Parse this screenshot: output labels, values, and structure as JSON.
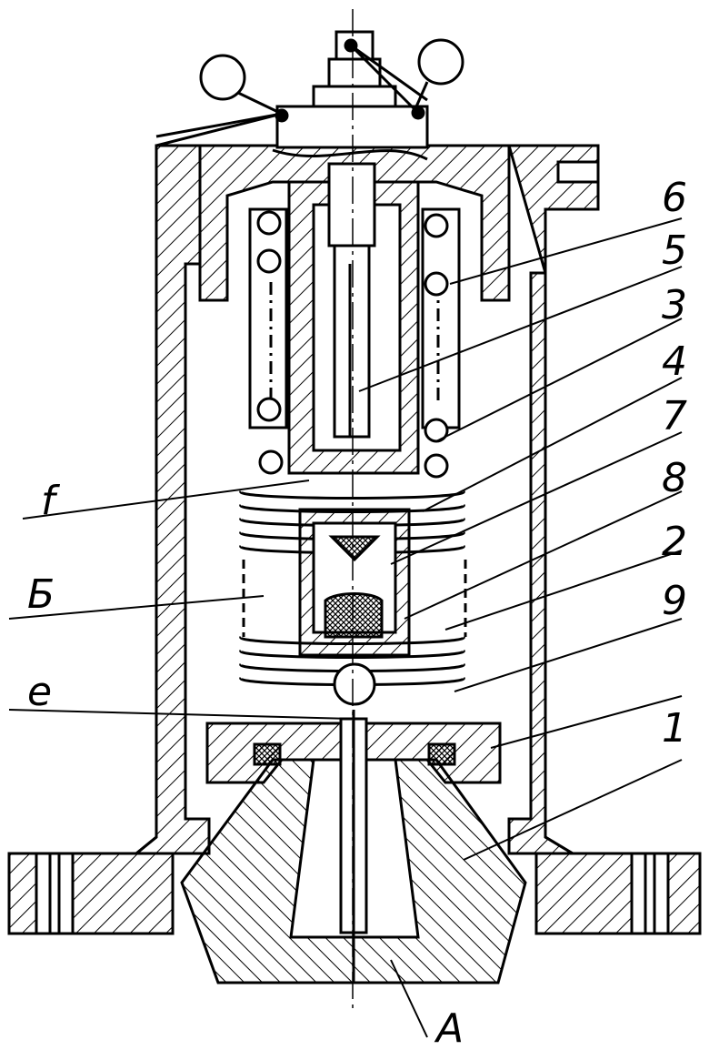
{
  "labels": {
    "n6": "6",
    "n5": "5",
    "n3": "3",
    "n4": "4",
    "n7": "7",
    "n8": "8",
    "n2": "2",
    "n9": "9",
    "n1": "1",
    "f": "f",
    "b": "Б",
    "e": "e",
    "a": "A"
  },
  "colors": {
    "ink": "#000000",
    "paper": "#ffffff"
  }
}
